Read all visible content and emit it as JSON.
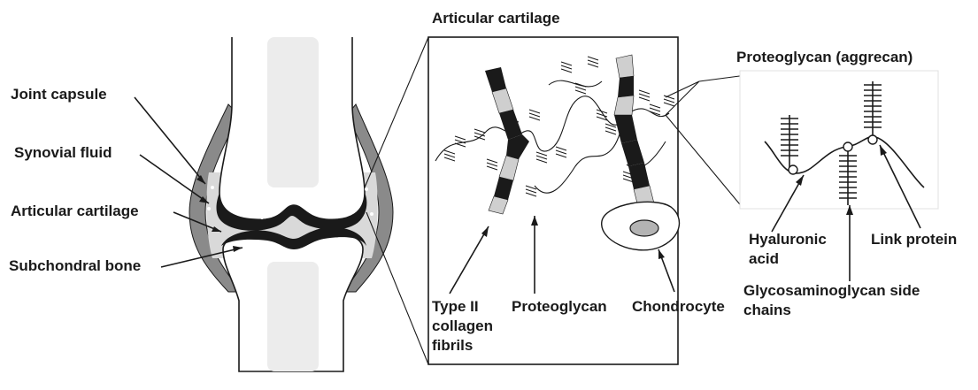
{
  "labels": {
    "joint_capsule": "Joint capsule",
    "synovial_fluid": "Synovial fluid",
    "articular_cartilage_left": "Articular cartilage",
    "subchondral_bone": "Subchondral bone",
    "articular_cartilage_top": "Articular cartilage",
    "proteoglycan_aggrecan": "Proteoglycan (aggrecan)",
    "type2_line1": "Type II",
    "type2_line2": "collagen",
    "type2_line3": "fibrils",
    "proteoglycan": "Proteoglycan",
    "chondrocyte": "Chondrocyte",
    "hyaluronic_line1": "Hyaluronic",
    "hyaluronic_line2": "acid",
    "link_protein": "Link protein",
    "gag_line1": "Glycosaminoglycan side",
    "gag_line2": "chains"
  },
  "colors": {
    "ink": "#1a1a1a",
    "capsule_gray": "#8a8a8a",
    "light_gray": "#d9d9d9",
    "bone_shaft": "#ececec",
    "nucleus": "#b3b3b3"
  }
}
